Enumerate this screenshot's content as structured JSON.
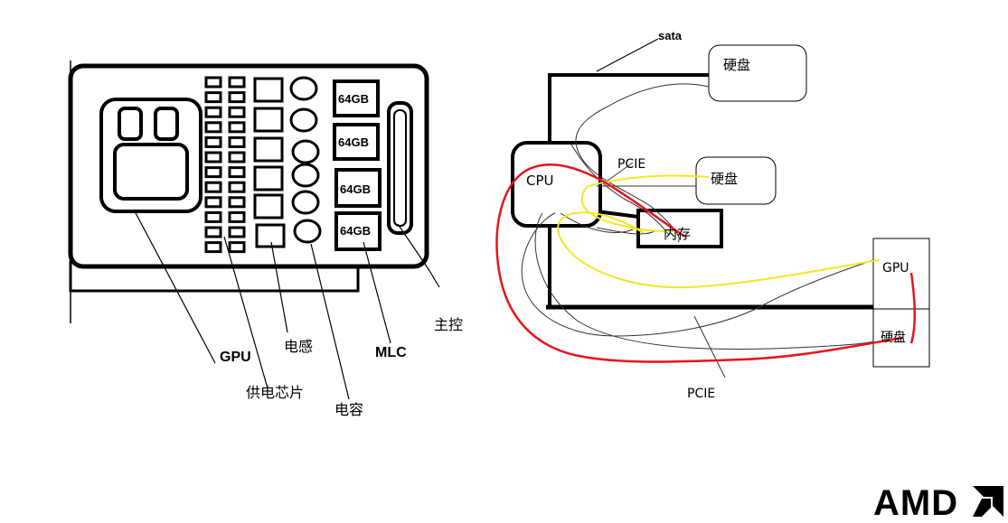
{
  "card_labels": {
    "gpu": "GPU",
    "power_chip": "供电芯片",
    "inductor": "电感",
    "capacitor": "电容",
    "mlc": "MLC",
    "controller": "主控"
  },
  "memory_chips": [
    "64GB",
    "64GB",
    "64GB",
    "64GB"
  ],
  "system_labels": {
    "sata": "sata",
    "disk_top": "硬盘",
    "pcie_top": "PCIE",
    "cpu": "CPU",
    "disk_mid": "硬盘",
    "memory": "内存",
    "gpu": "GPU",
    "disk_bottom": "硬盘",
    "pcie_bottom": "PCIE"
  },
  "logo": "AMD",
  "colors": {
    "red_wire": "#e8141c",
    "yellow_wire": "#f2e62a",
    "ink": "#000000"
  }
}
